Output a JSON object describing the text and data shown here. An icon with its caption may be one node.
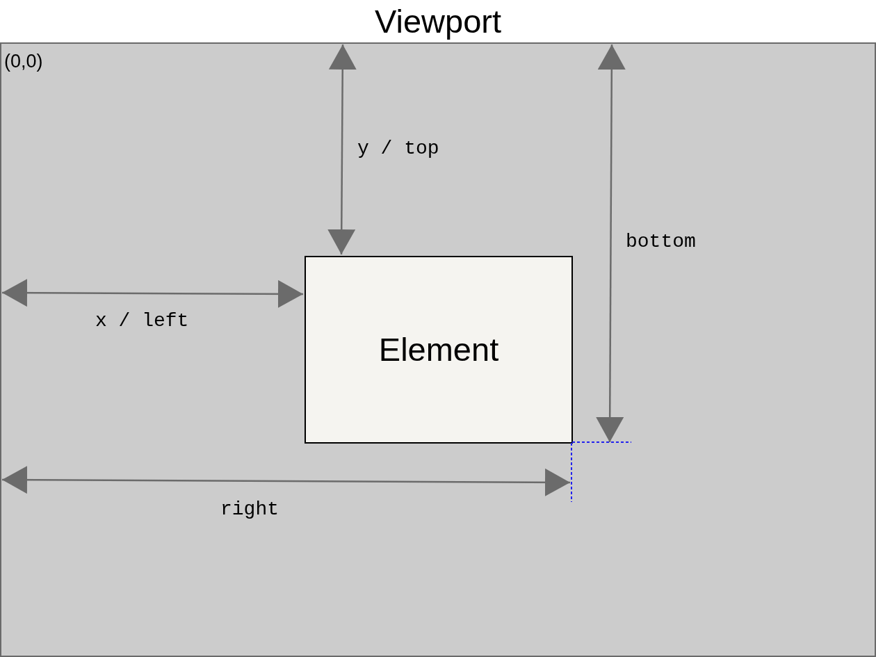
{
  "diagram": {
    "nodes": [
      {
        "text": [
          "Viewport"
        ]
      },
      {
        "text": [
          "Element"
        ],
        "in": 0
      }
    ],
    "edges": [
      {
        "from": 0,
        "to": 1,
        "arrow": "both",
        "label": "y / top"
      },
      {
        "from": 0,
        "to": 1,
        "arrow": "both",
        "label": "bottom"
      },
      {
        "from": 0,
        "to": 1,
        "arrow": "both",
        "label": "x / left"
      },
      {
        "from": 0,
        "to": 1,
        "arrow": "both",
        "label": "right"
      }
    ],
    "labels": [
      "(0,0)"
    ]
  }
}
